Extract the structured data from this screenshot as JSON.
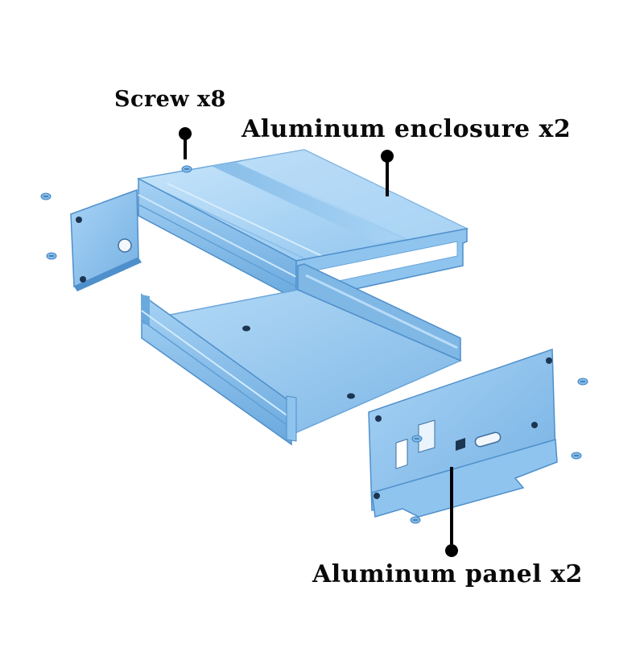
{
  "labels": {
    "screw": "Screw x8",
    "enclosure": "Aluminum enclosure x2",
    "panel": "Aluminum panel x2"
  },
  "colors": {
    "aluminum_light": "#bfe0f8",
    "aluminum_mid": "#8ec4ee",
    "aluminum_dark": "#5f9fd6",
    "aluminum_shadow": "#3f7fbf",
    "leader": "#000000"
  }
}
